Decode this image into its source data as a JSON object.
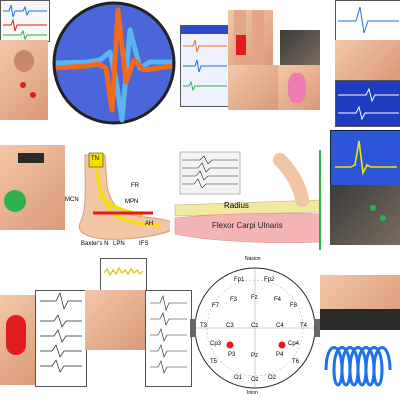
{
  "colors": {
    "orange": "#f06a1a",
    "lightblue": "#5ab4f0",
    "circlebg": "#4a66d8",
    "yellow": "#f2e000",
    "red": "#e01c1c",
    "blue": "#1f6fe8",
    "skin": "#f2c6a4",
    "green": "#2bb24c"
  },
  "foot_diagram": {
    "labels": {
      "tn": "TN",
      "fr": "FR",
      "mpn": "MPN",
      "mcn": "MCN",
      "ah": "AH",
      "baxter": "Baxter's N",
      "lpn": "LPN",
      "ifs": "IFS"
    }
  },
  "forearm_diagram": {
    "labels": {
      "radius": "Radius",
      "muscle": "Flexor Carpi Ulnaris"
    }
  },
  "eeg": {
    "labels": {
      "nasion": "Nasion",
      "inion": "Inion",
      "fp1": "Fp1",
      "fp2": "Fp2",
      "fz": "Fz",
      "f3": "F3",
      "f4": "F4",
      "f7": "F7",
      "f8": "F8",
      "t3": "T3",
      "t4": "T4",
      "c3": "C3",
      "c4": "C4",
      "cz": "Cz",
      "cp3": "Cp3",
      "cp4": "Cp4",
      "p3": "P3",
      "p4": "P4",
      "pz": "Pz",
      "t5": "T5",
      "t6": "T6",
      "o1": "O1",
      "oz": "Oz",
      "o2": "O2"
    }
  }
}
